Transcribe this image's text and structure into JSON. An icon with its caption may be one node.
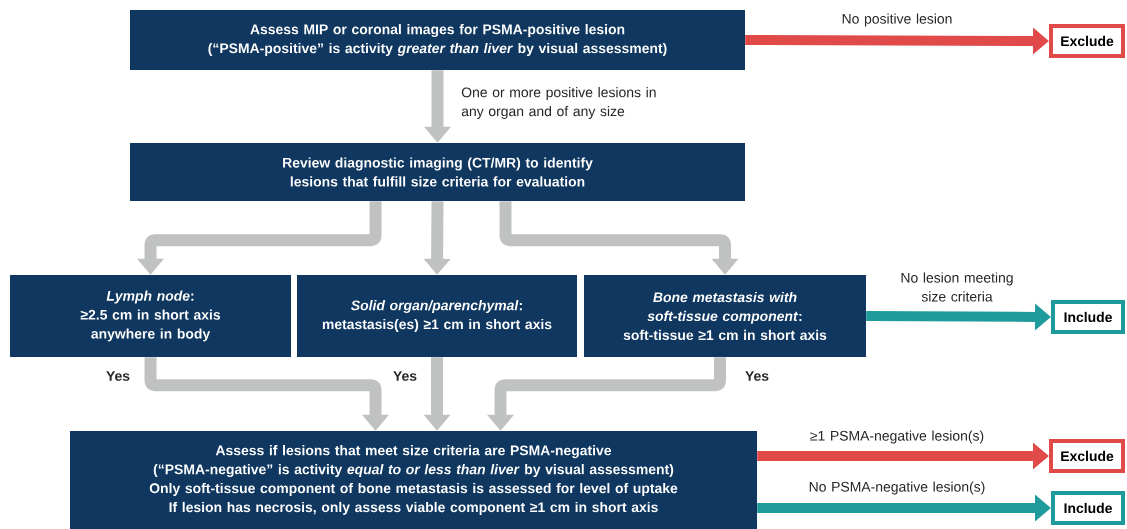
{
  "diagram": {
    "nodes": [
      {
        "text": [
          "Assess MIP or coronal images for PSMA-positive lesion",
          "(“PSMA-positive” is activity *greater than liver* by visual assessment)"
        ]
      },
      {
        "text": [
          "Exclude"
        ]
      },
      {
        "text": [
          "Review diagnostic imaging (CT/MR) to identify lesions that fulfill size criteria for evaluation"
        ]
      },
      {
        "text": [
          "*Lymph node*:",
          "≥2.5 cm in short axis anywhere in body"
        ]
      },
      {
        "text": [
          "*Solid organ/parenchymal*:",
          "metastasis(es) ≥1 cm in short axis"
        ]
      },
      {
        "text": [
          "*Bone metastasis with soft-tissue component*:",
          "soft-tissue ≥1 cm in short axis"
        ]
      },
      {
        "text": [
          "Include"
        ]
      },
      {
        "text": [
          "Assess if lesions that meet size criteria are PSMA-negative",
          "(“PSMA-negative” is activity *equal to or less than liver* by visual assessment)",
          "Only soft-tissue component of bone metastasis is assessed for level of uptake",
          "If lesion has necrosis, only assess viable component ≥1 cm in short axis"
        ]
      },
      {
        "text": [
          "Exclude"
        ]
      },
      {
        "text": [
          "Include"
        ]
      }
    ],
    "edges": [
      {
        "from": 0,
        "to": 1,
        "arrow": "to",
        "label": "No positive lesion",
        "color": "#e04b4a"
      },
      {
        "from": 0,
        "to": 2,
        "arrow": "to",
        "label": "One or more positive lesions in any organ and of any size"
      },
      {
        "from": 2,
        "to": 3,
        "arrow": "to"
      },
      {
        "from": 2,
        "to": 4,
        "arrow": "to"
      },
      {
        "from": 2,
        "to": 5,
        "arrow": "to"
      },
      {
        "from": 5,
        "to": 6,
        "arrow": "to",
        "label": "No lesion meeting size criteria",
        "color": "#1f9b9b"
      },
      {
        "from": 3,
        "to": 7,
        "arrow": "to",
        "label": "Yes"
      },
      {
        "from": 4,
        "to": 7,
        "arrow": "to",
        "label": "Yes"
      },
      {
        "from": 5,
        "to": 7,
        "arrow": "to",
        "label": "Yes"
      },
      {
        "from": 7,
        "to": 8,
        "arrow": "to",
        "label": "≥1 PSMA-negative lesion(s)",
        "color": "#e04b4a"
      },
      {
        "from": 7,
        "to": 9,
        "arrow": "to",
        "label": "No PSMA-negative lesion(s)",
        "color": "#1f9b9b"
      }
    ]
  }
}
